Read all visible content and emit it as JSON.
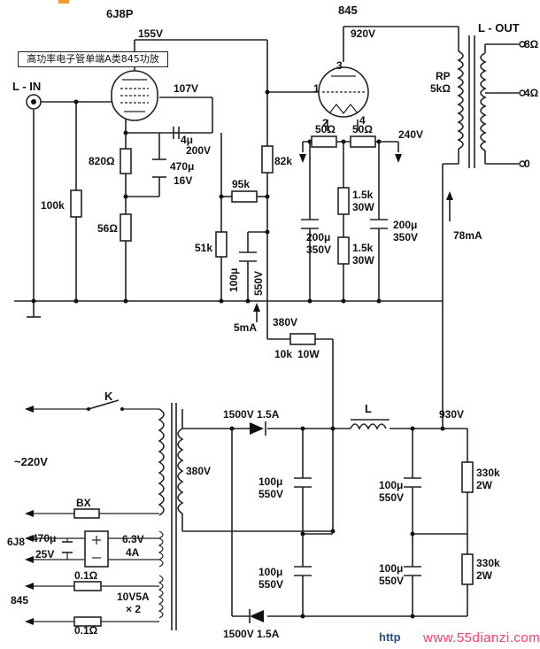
{
  "title": "高功率电子管单端A类845功放",
  "tubes": {
    "driver": "6J8P",
    "output": "845"
  },
  "labels": {
    "input": "L - IN",
    "output": "L - OUT",
    "v155": "155V",
    "v107": "107V",
    "v920": "920V",
    "v240": "240V",
    "v380a": "380V",
    "v380b": "380V",
    "v930": "930V",
    "mains": "~220V",
    "switch": "K",
    "fuse": "BX",
    "choke": "L",
    "rp": "RP",
    "rp_val": "5kΩ",
    "tap8": "8Ω",
    "tap4": "4Ω",
    "tap0": "0",
    "pin1": "1",
    "pin2": "2",
    "pin3": "3",
    "pin4": "4",
    "i5ma": "5mA",
    "i78ma": "78mA",
    "rect_top": "1500V 1.5A",
    "rect_bot": "1500V 1.5A",
    "heater_6j8_label": "6J8",
    "heater_845_label": "845",
    "heater_63": "6.3V",
    "heater_4a": "4A",
    "heater_10v5": "10V5A",
    "heater_x2": "× 2",
    "watermark_a": "http",
    "watermark_b": "www.55dianzi.com"
  },
  "components": {
    "r100k": "100k",
    "r820": "820Ω",
    "r56": "56Ω",
    "c4u_a": "4μ",
    "c4u_b": "200V",
    "c470_a": "470μ",
    "c470_b": "16V",
    "r95k": "95k",
    "r82k": "82k",
    "r51k": "51k",
    "c100_a": "100μ",
    "c100_b": "550V",
    "r50a": "50Ω",
    "r50b": "50Ω",
    "r1k5a_a": "1.5k",
    "r1k5a_b": "30W",
    "r1k5b_a": "1.5k",
    "r1k5b_b": "30W",
    "c200a_a": "200μ",
    "c200a_b": "350V",
    "c200b_a": "200μ",
    "c200b_b": "350V",
    "r10k_a": "10k",
    "r10k_b": "10W",
    "cf1_a": "100μ",
    "cf1_b": "550V",
    "cf2_a": "100μ",
    "cf2_b": "550V",
    "cf3_a": "100μ",
    "cf3_b": "550V",
    "cf4_a": "100μ",
    "cf4_b": "550V",
    "r330a_a": "330k",
    "r330a_b": "2W",
    "r330b_a": "330k",
    "r330b_b": "2W",
    "c470h_a": "470μ",
    "c470h_b": "25V",
    "r01a": "0.1Ω",
    "r01b": "0.1Ω"
  }
}
